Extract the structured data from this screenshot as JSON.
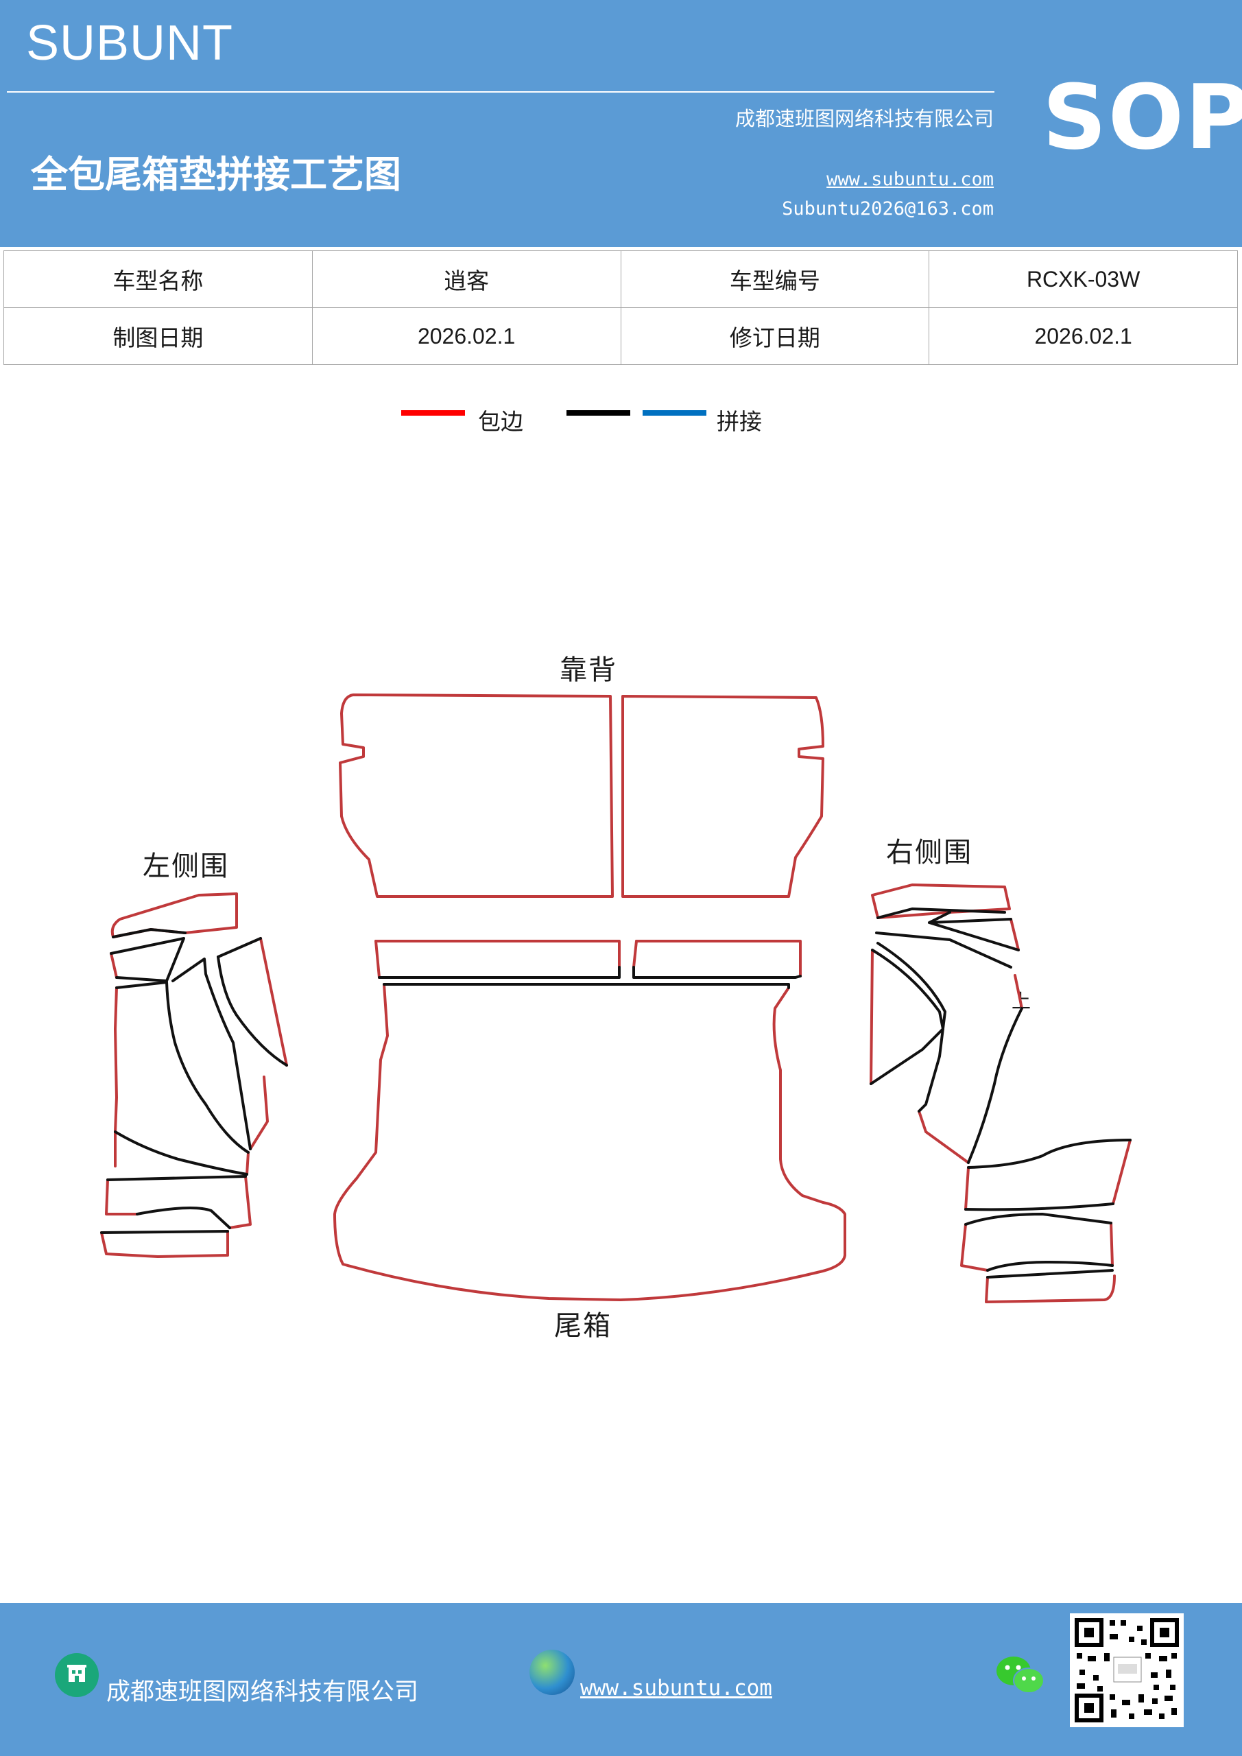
{
  "header": {
    "brand": "SUBUNT",
    "company": "成都速班图网络科技有限公司",
    "title": "全包尾箱垫拼接工艺图",
    "website": "www.subuntu.com",
    "email": "Subuntu2026@163.com",
    "badge": "SOP"
  },
  "info_table": {
    "rows": [
      {
        "label1": "车型名称",
        "value1": "逍客",
        "label2": "车型编号",
        "value2": "RCXK-03W"
      },
      {
        "label1": "制图日期",
        "value1": "2026.02.1",
        "label2": "修订日期",
        "value2": "2026.02.1"
      }
    ]
  },
  "legend": {
    "items": [
      {
        "label": "包边",
        "color": "#ff0000"
      },
      {
        "label": "",
        "color": "#000000"
      },
      {
        "label": "拼接",
        "color": "#0070c0"
      }
    ]
  },
  "diagram": {
    "parts": {
      "backrest": "靠背",
      "left_side": "左侧围",
      "right_side": "右侧围",
      "trunk": "尾箱"
    },
    "mark": "上",
    "edge_colors": {
      "wrap": "#c0393b",
      "seam": "#111111"
    }
  },
  "footer": {
    "company": "成都速班图网络科技有限公司",
    "website": "www.subuntu.com"
  }
}
